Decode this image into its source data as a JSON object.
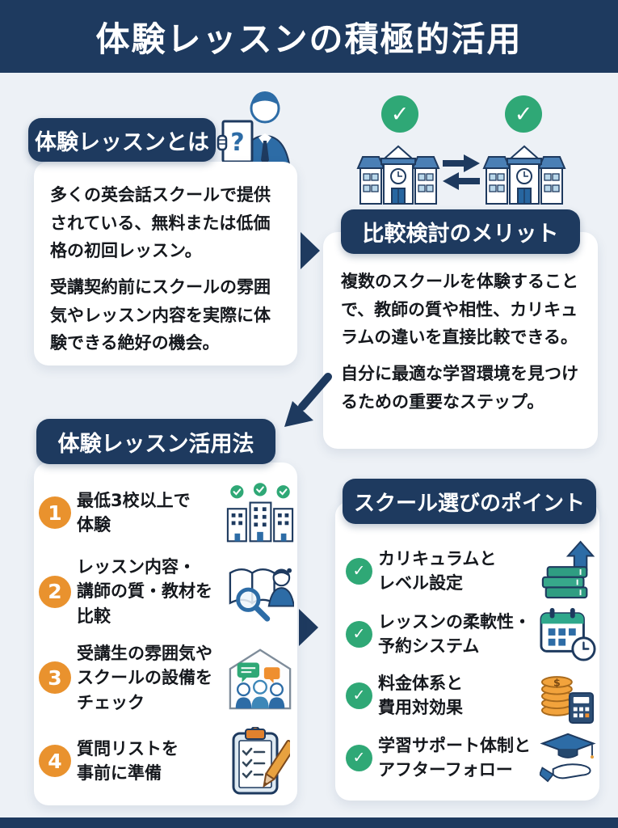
{
  "header": {
    "title": "体験レッスンの積極的活用"
  },
  "colors": {
    "navy": "#1e3a5f",
    "green": "#2fa876",
    "orange": "#e9922e",
    "icon_blue": "#2d6ca6",
    "background": "#edf1f6",
    "card": "#ffffff"
  },
  "glyphs": {
    "check": "✓",
    "question": "?"
  },
  "what": {
    "label": "体験レッスンとは",
    "p1": "多くの英会話スクールで提供されている、無料または低価格の初回レッスン。",
    "p2": "受講契約前にスクールの雰囲気やレッスン内容を実際に体験できる絶好の機会。"
  },
  "merit": {
    "label": "比較検討のメリット",
    "p1": "複数のスクールを体験することで、教師の質や相性、カリキュラムの違いを直接比較できる。",
    "p2": "自分に最適な学習環境を見つけるための重要なステップ。"
  },
  "howto": {
    "label": "体験レッスン活用法",
    "items": [
      {
        "number": "1",
        "text": "最低3校以上で\n体験",
        "icon": "buildings-check-icon"
      },
      {
        "number": "2",
        "text": "レッスン内容・\n講師の質・教材を\n比較",
        "icon": "book-magnifier-teacher-icon"
      },
      {
        "number": "3",
        "text": "受講生の雰囲気や\nスクールの設備を\nチェック",
        "icon": "classroom-discussion-icon"
      },
      {
        "number": "4",
        "text": "質問リストを\n事前に準備",
        "icon": "checklist-pencil-icon"
      }
    ]
  },
  "points": {
    "label": "スクール選びのポイント",
    "items": [
      {
        "text": "カリキュラムと\nレベル設定",
        "icon": "books-level-up-icon"
      },
      {
        "text": "レッスンの柔軟性・\n予約システム",
        "icon": "calendar-clock-icon"
      },
      {
        "text": "料金体系と\n費用対効果",
        "icon": "coins-calculator-icon"
      },
      {
        "text": "学習サポート体制と\nアフターフォロー",
        "icon": "graduation-support-icon"
      }
    ]
  }
}
